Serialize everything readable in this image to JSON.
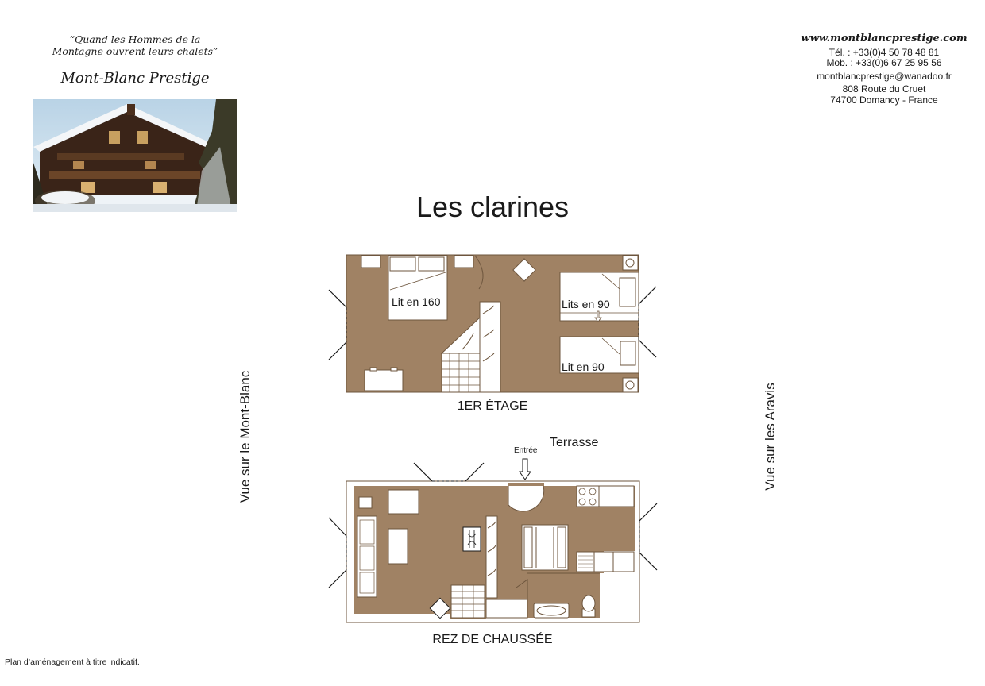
{
  "header": {
    "tagline_line1": "“Quand les Hommes de la",
    "tagline_line2": "Montagne ouvrent leurs chalets”",
    "brand": "Mont-Blanc Prestige",
    "photo_desc": "chalet-in-snow-photo"
  },
  "contact": {
    "website": "www.montblancprestige.com",
    "tel": "Tél. : +33(0)4 50 78 48 81",
    "mob": "Mob. : +33(0)6 67 25 95 56",
    "email": "montblancprestige@wanadoo.fr",
    "address1": "808 Route du Cruet",
    "address2": "74700 Domancy - France"
  },
  "title": "Les clarines",
  "floors": {
    "upper": {
      "label": "1ER ÉTAGE",
      "rooms": {
        "bed1": "Lit en 160",
        "bed2": "Lits en 90",
        "bed3": "Lit en 90"
      }
    },
    "ground": {
      "label": "REZ DE CHAUSSÉE",
      "entry": "Entrée",
      "terrace": "Terrasse"
    }
  },
  "views": {
    "left": "Vue sur le Mont-Blanc",
    "right": "Vue sur les Aravis"
  },
  "footnote": "Plan d’aménagement à titre indicatif.",
  "colors": {
    "floor": "#a08264",
    "wall": "#7a6148"
  }
}
